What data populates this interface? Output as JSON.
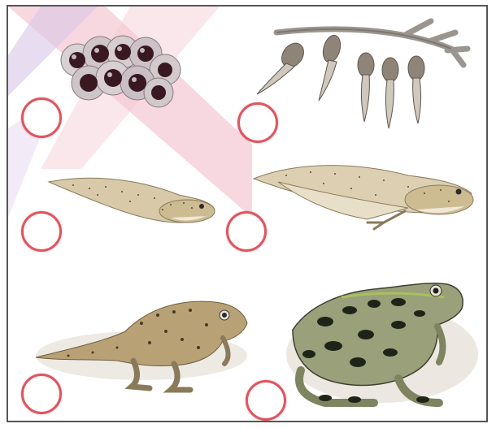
{
  "worksheet": {
    "stages": [
      {
        "id": "eggs",
        "icon": "frog-eggs-icon",
        "answer": ""
      },
      {
        "id": "hatching-tadpoles",
        "icon": "hatching-tadpoles-icon",
        "answer": ""
      },
      {
        "id": "tadpole",
        "icon": "tadpole-icon",
        "answer": ""
      },
      {
        "id": "tadpole-with-legs",
        "icon": "tadpole-with-legs-icon",
        "answer": ""
      },
      {
        "id": "froglet",
        "icon": "froglet-icon",
        "answer": ""
      },
      {
        "id": "adult-frog",
        "icon": "adult-frog-icon",
        "answer": ""
      }
    ]
  },
  "colors": {
    "circle_border": "#e05560",
    "frame_border": "#555555",
    "watermark_pink": "#f2b8c6",
    "watermark_lavender": "#d9c6e6"
  }
}
